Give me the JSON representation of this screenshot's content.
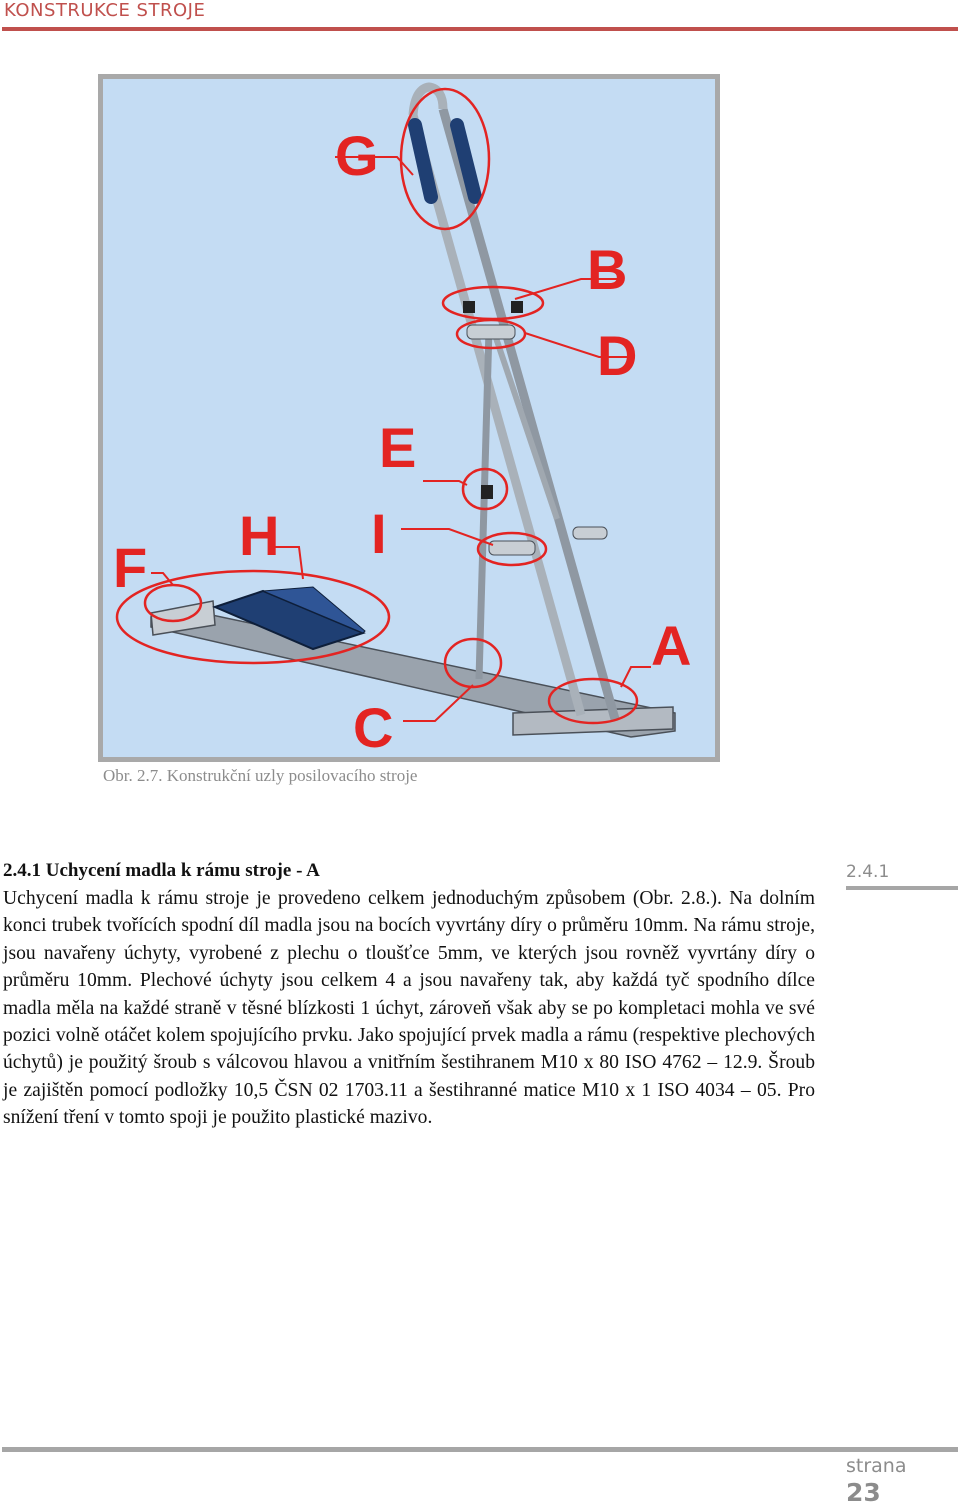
{
  "header": {
    "title": "KONSTRUKCE STROJE"
  },
  "figure": {
    "labels": {
      "G": "G",
      "B": "B",
      "D": "D",
      "E": "E",
      "I": "I",
      "H": "H",
      "F": "F",
      "A": "A",
      "C": "C"
    },
    "caption": "Obr. 2.7. Konstrukční uzly posilovacího stroje"
  },
  "section": {
    "heading": "2.4.1 Uchycení madla k rámu stroje - A",
    "body": "Uchycení madla k rámu stroje je provedeno celkem jednoduchým způsobem (Obr. 2.8.). Na dolním konci trubek tvořících spodní díl madla jsou na bocích vyvrtány díry o průměru 10mm. Na rámu stroje, jsou navařeny úchyty, vyrobené z plechu o tloušťce 5mm, ve kterých jsou rovněž vyvrtány díry o průměru 10mm. Plechové úchyty jsou celkem 4 a jsou navařeny tak, aby každá tyč spodního dílce madla měla na každé straně v těsné blízkosti 1 úchyt, zároveň však aby se po kompletaci mohla ve své pozici volně otáčet kolem spojujícího prvku. Jako spojující prvek madla a rámu (respektive plechových úchytů) je použitý šroub s válcovou hlavou a vnitřním šestihranem M10 x 80 ISO 4762 – 12.9. Šroub je zajištěn pomocí podložky 10,5 ČSN 02 1703.11 a šestihranné matice M10 x 1 ISO 4034 – 05. Pro snížení tření v tomto spoji je použito plastické mazivo."
  },
  "margin": {
    "section_number": "2.4.1"
  },
  "footer": {
    "label": "strana",
    "page_number": "23"
  },
  "colors": {
    "accent": "#c0504d",
    "label_red": "#e32422",
    "figure_bg": "#c4dcf3",
    "grey": "#8c8c8c"
  }
}
